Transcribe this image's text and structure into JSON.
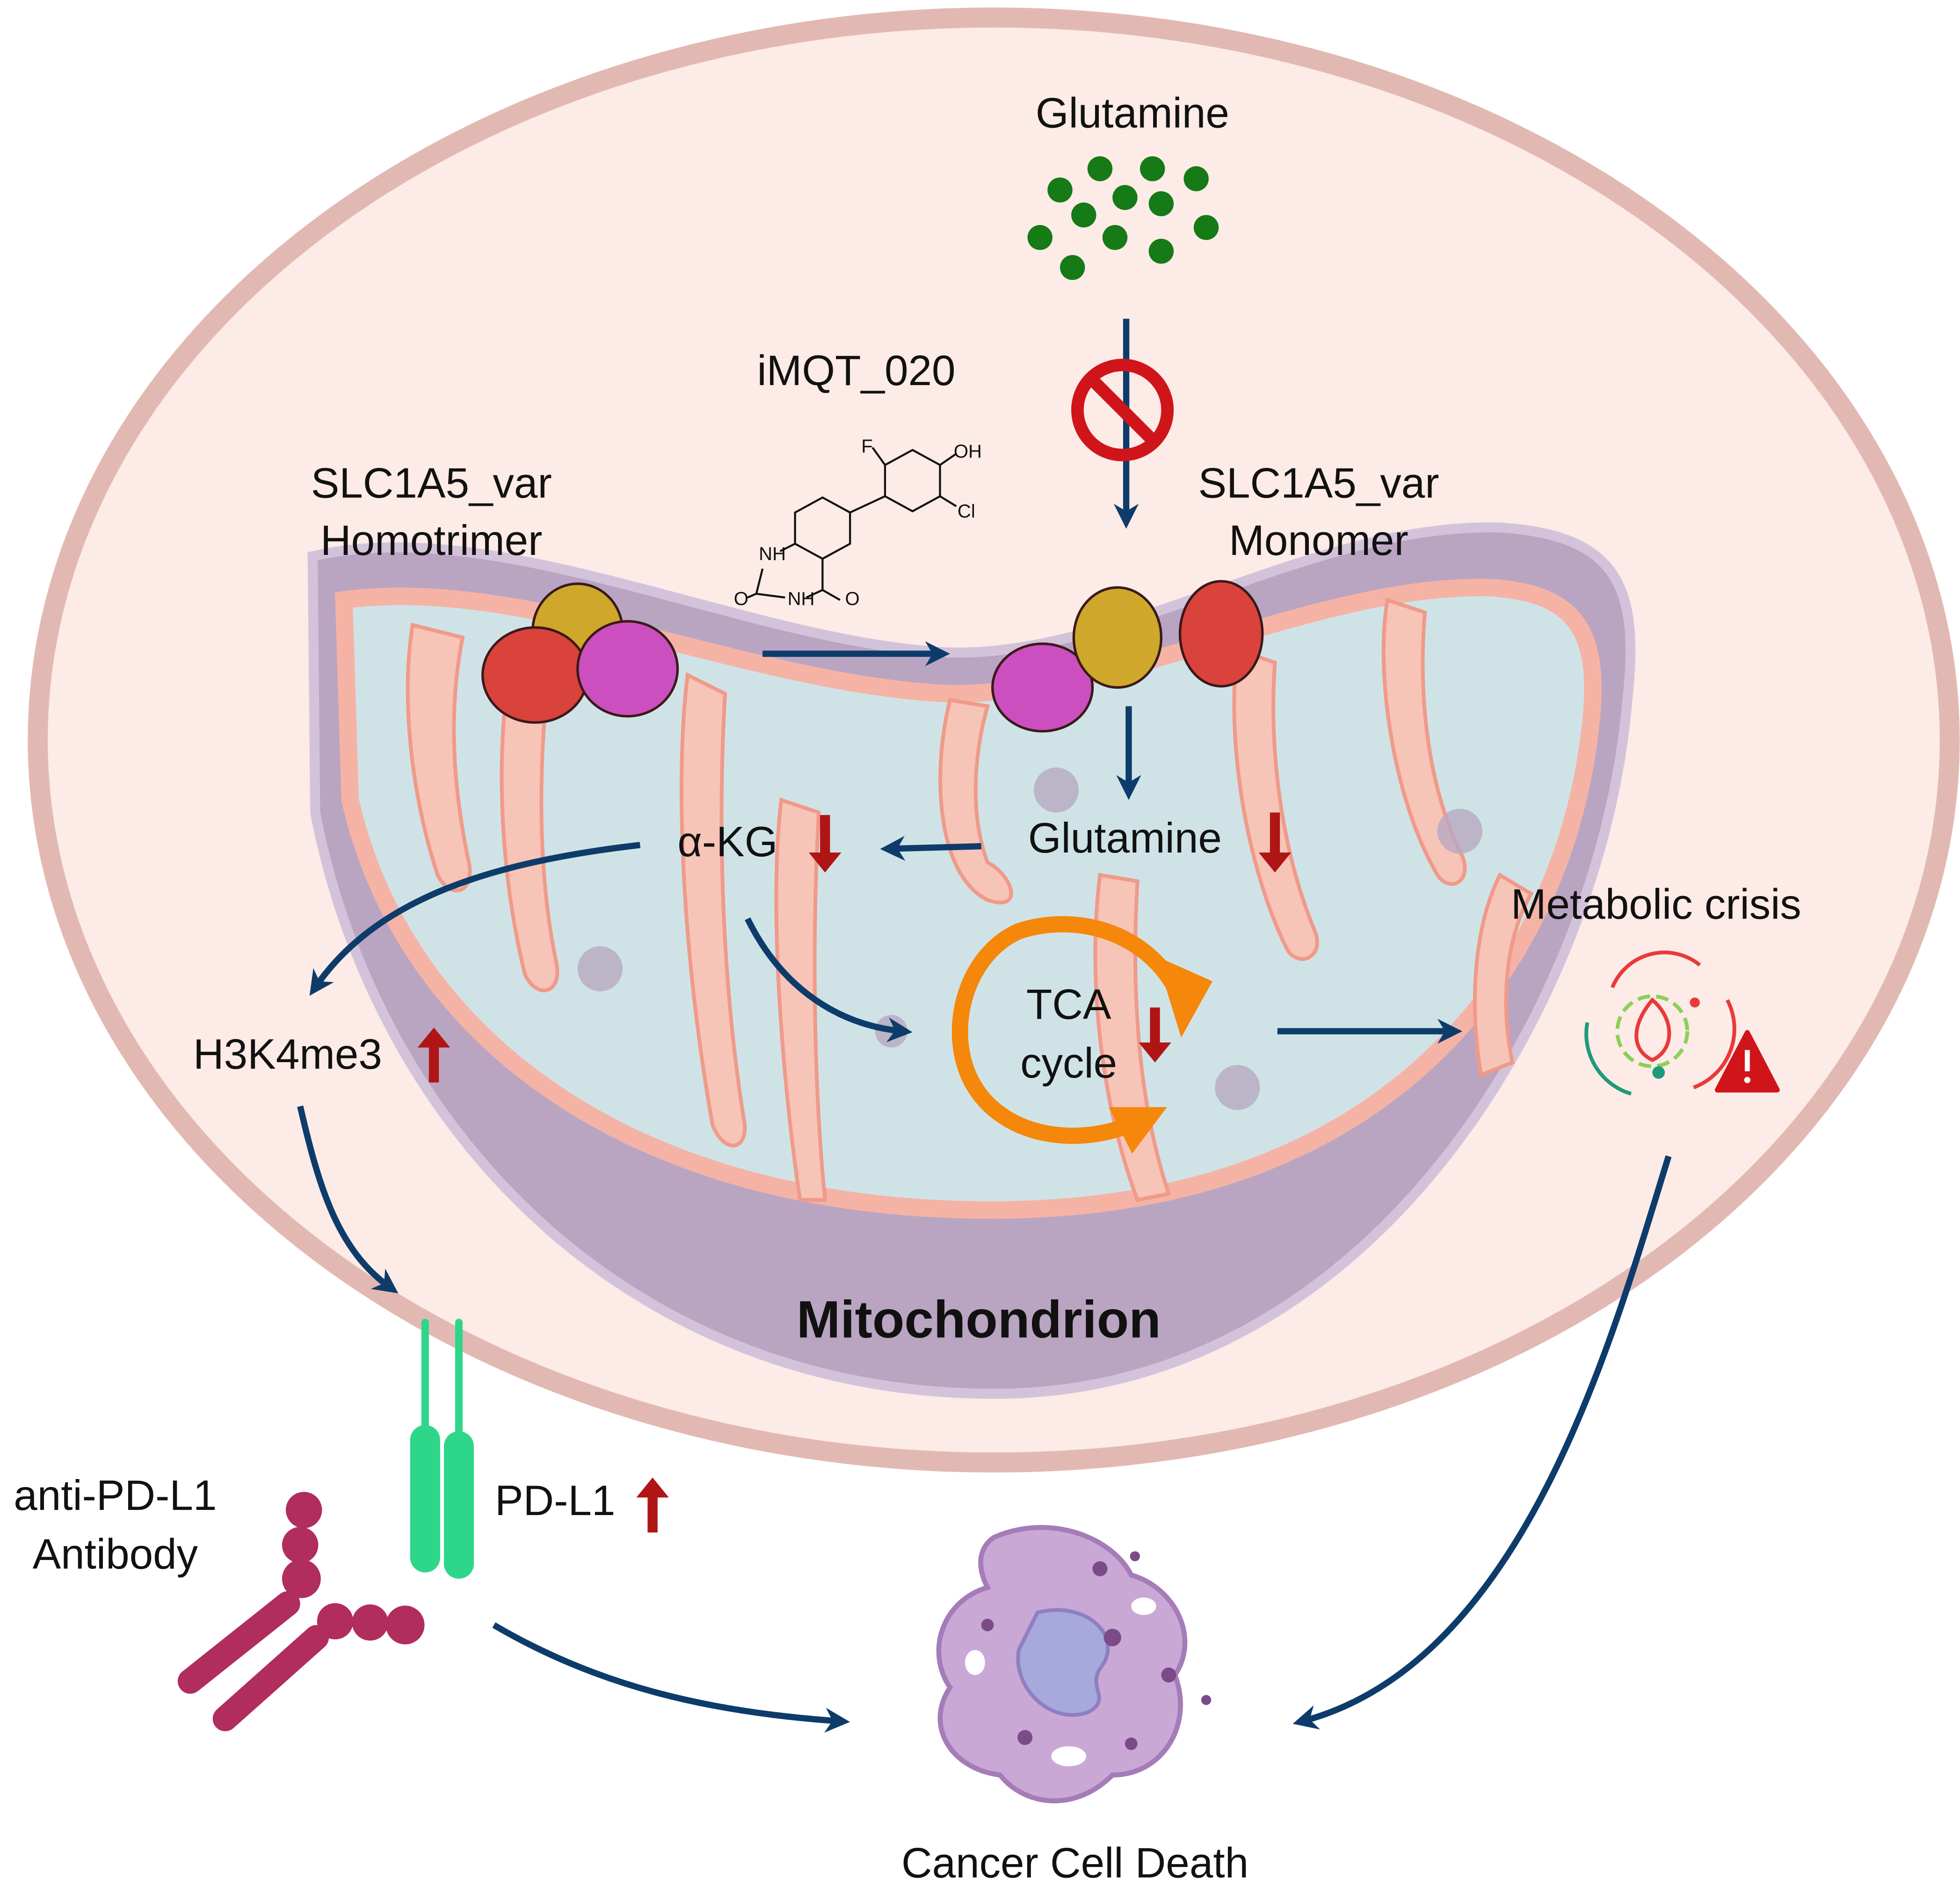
{
  "labels": {
    "glutamine_top": "Glutamine",
    "drug": "iMQT_020",
    "homotrimer_line1": "SLC1A5_var",
    "homotrimer_line2": "Homotrimer",
    "monomer_line1": "SLC1A5_var",
    "monomer_line2": "Monomer",
    "akg": "α-KG",
    "glutamine_mito": "Glutamine",
    "tca_line1": "TCA",
    "tca_line2": "cycle",
    "h3k4me3": "H3K4me3",
    "metabolic_crisis": "Metabolic crisis",
    "mitochondrion": "Mitochondrion",
    "antibody_line1": "anti-PD-L1",
    "antibody_line2": "Antibody",
    "pdl1": "PD-L1",
    "cell_death": "Cancer Cell Death"
  },
  "chemical_structure_atoms": {
    "f": "F",
    "oh": "OH",
    "cl": "Cl",
    "nh_ring": "NH",
    "nh_bottom": "NH",
    "o_left": "O",
    "o_right": "O"
  },
  "indicators": {
    "akg": "down",
    "glutamine_mito": "down",
    "tca_cycle": "down",
    "h3k4me3": "up",
    "pdl1": "up"
  },
  "icons": [
    "no-entry-icon",
    "metabolic-crisis-icon",
    "warning-icon",
    "antibody-icon",
    "pd-l1-receptor-icon",
    "dying-cell-icon"
  ],
  "colors": {
    "cell_fill": "#fcebe6",
    "cell_border": "#e2b9b2",
    "mito_outer": "#c2b0c9",
    "mito_matrix": "#cfe3e7",
    "cristae": "#f5b3a6",
    "arrow": "#0d3c6b",
    "down_up_arrow": "#b01515",
    "tca": "#f5870a",
    "glutamine_dots": "#167a17",
    "antibody": "#b02d5e",
    "pdl1": "#2ed68a",
    "inhibit": "#d0151a"
  }
}
